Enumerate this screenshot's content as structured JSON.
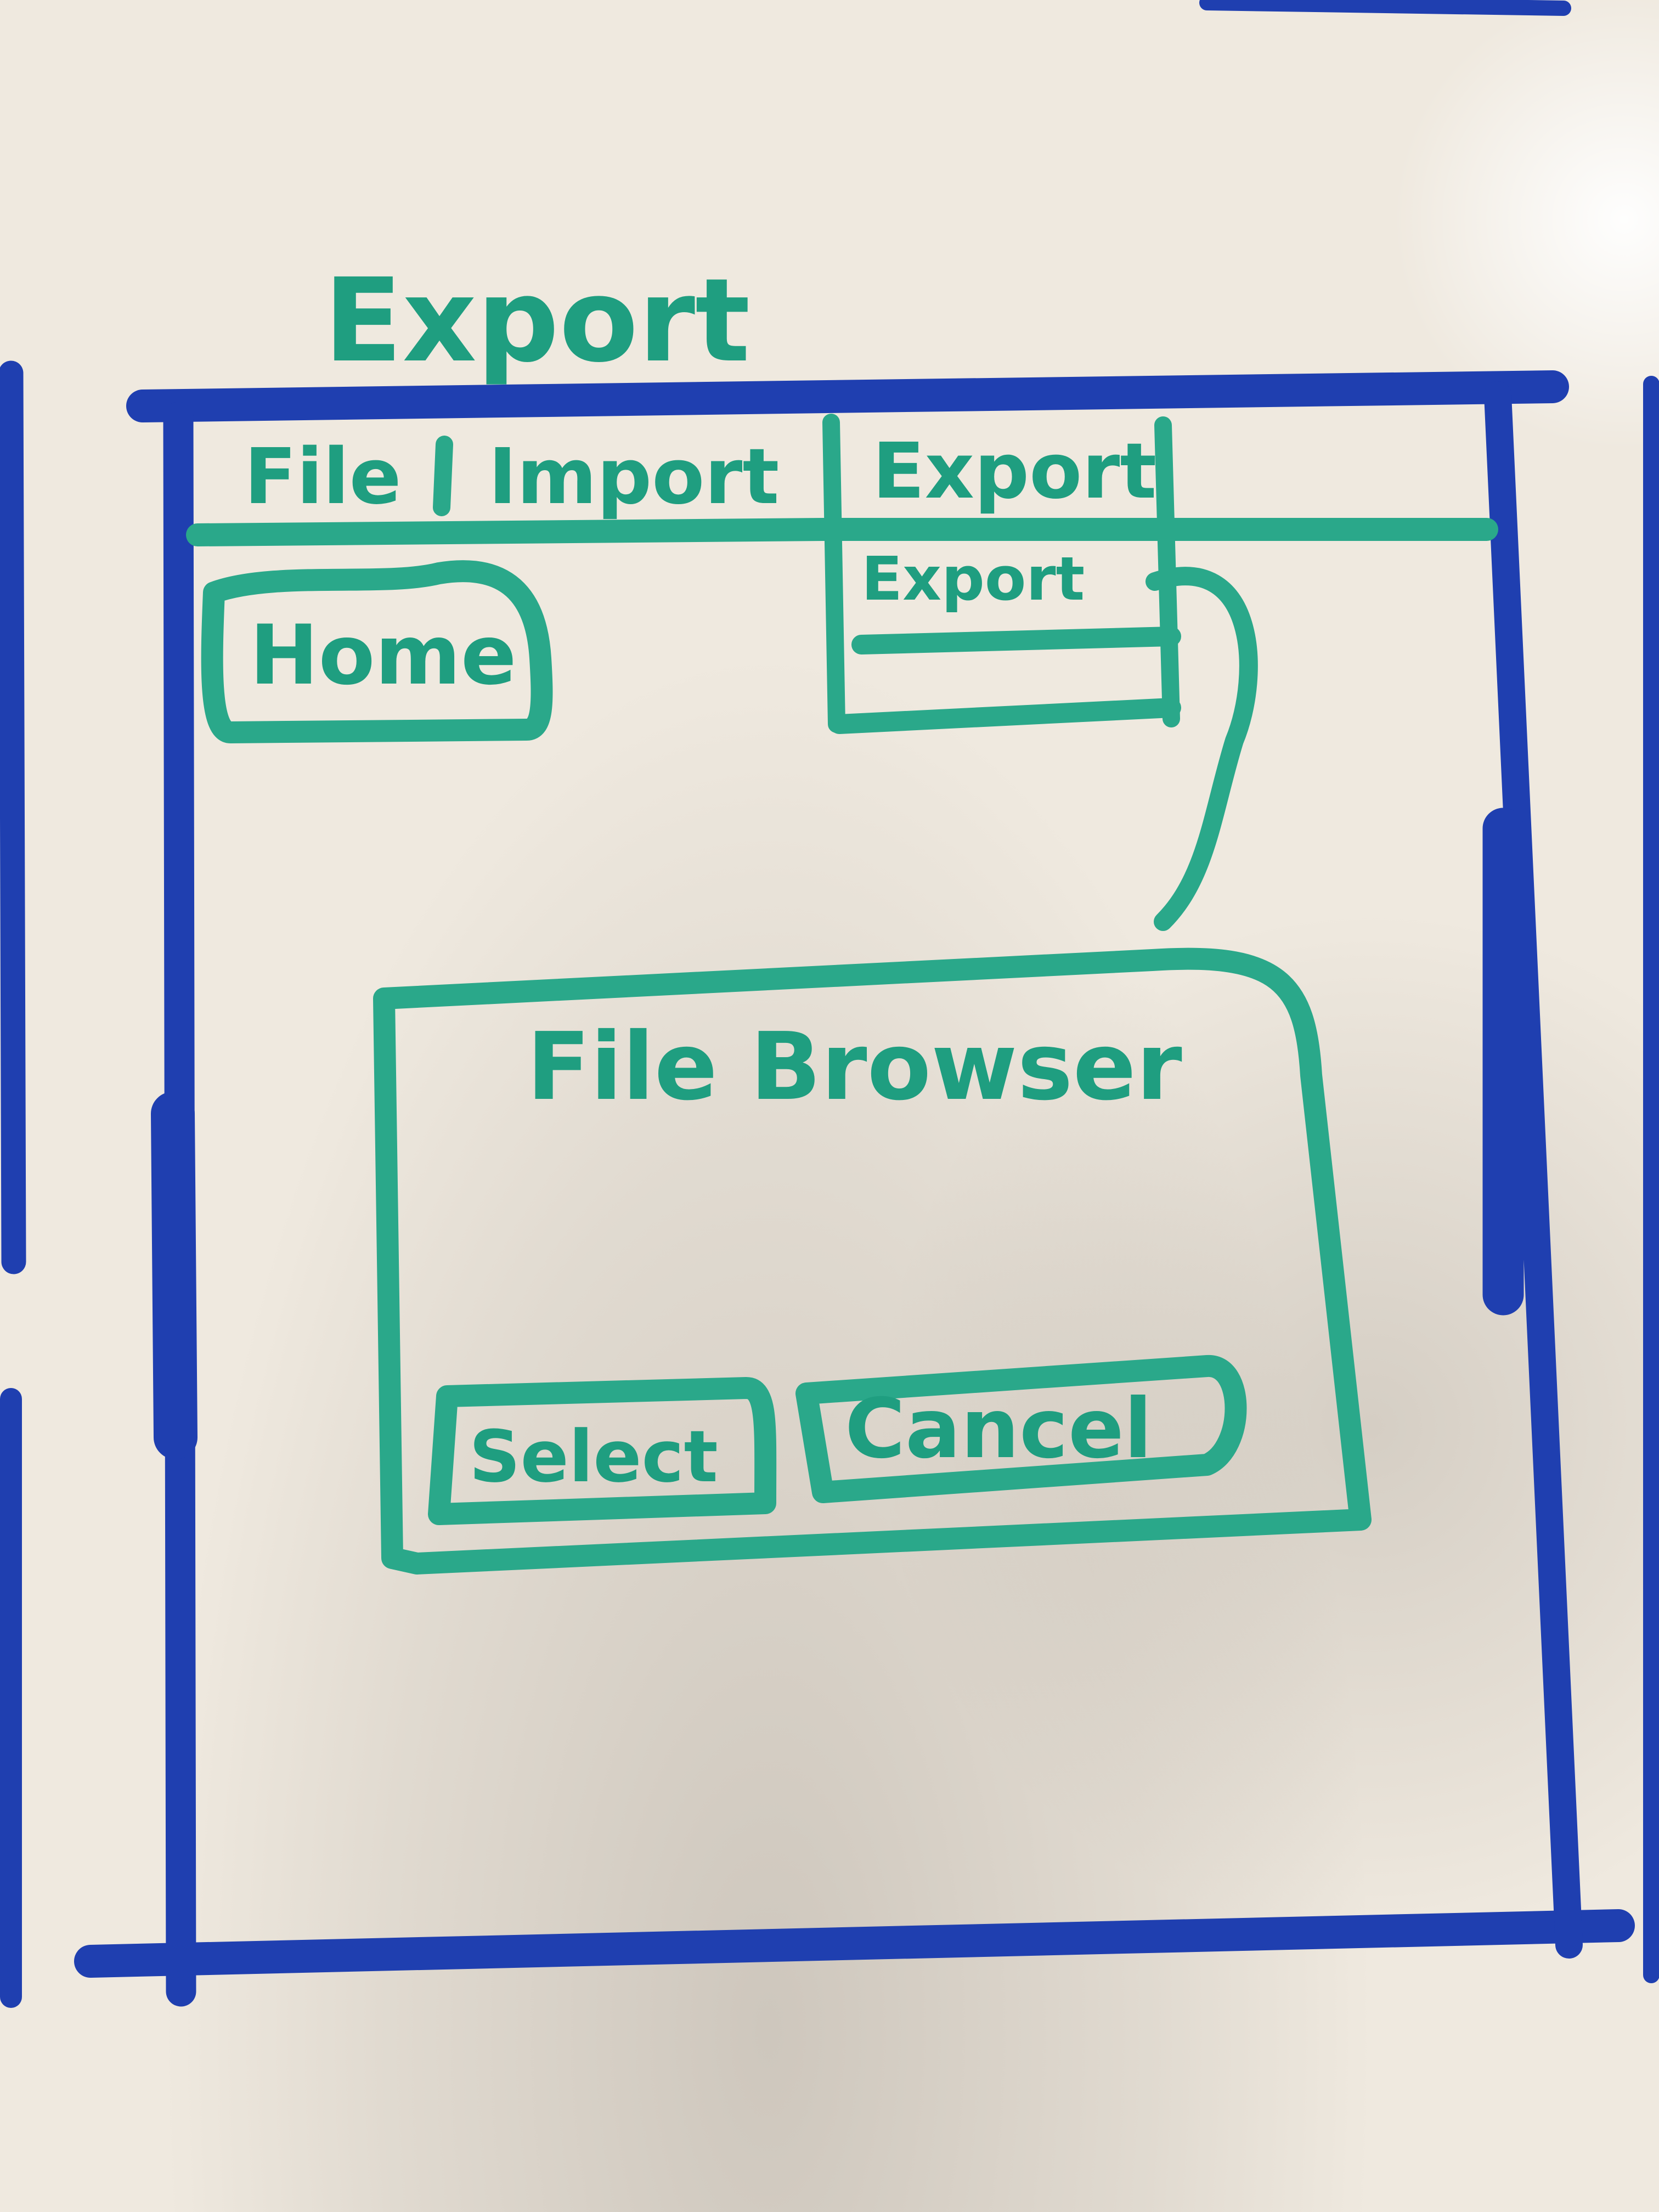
{
  "diagram": {
    "title": "Export",
    "menu_bar": {
      "items": [
        {
          "label": "File"
        },
        {
          "label": "Import"
        },
        {
          "label": "Export"
        }
      ],
      "separator": "|"
    },
    "export_dropdown": {
      "items": [
        {
          "label": "Export"
        }
      ]
    },
    "home_button": {
      "label": "Home"
    },
    "file_browser": {
      "title": "File Browser",
      "select_button": {
        "label": "Select"
      },
      "cancel_button": {
        "label": "Cancel"
      }
    },
    "colors": {
      "frame": "#1f3fb0",
      "sketch": "#2aa88a",
      "board": "#efe9df"
    }
  }
}
